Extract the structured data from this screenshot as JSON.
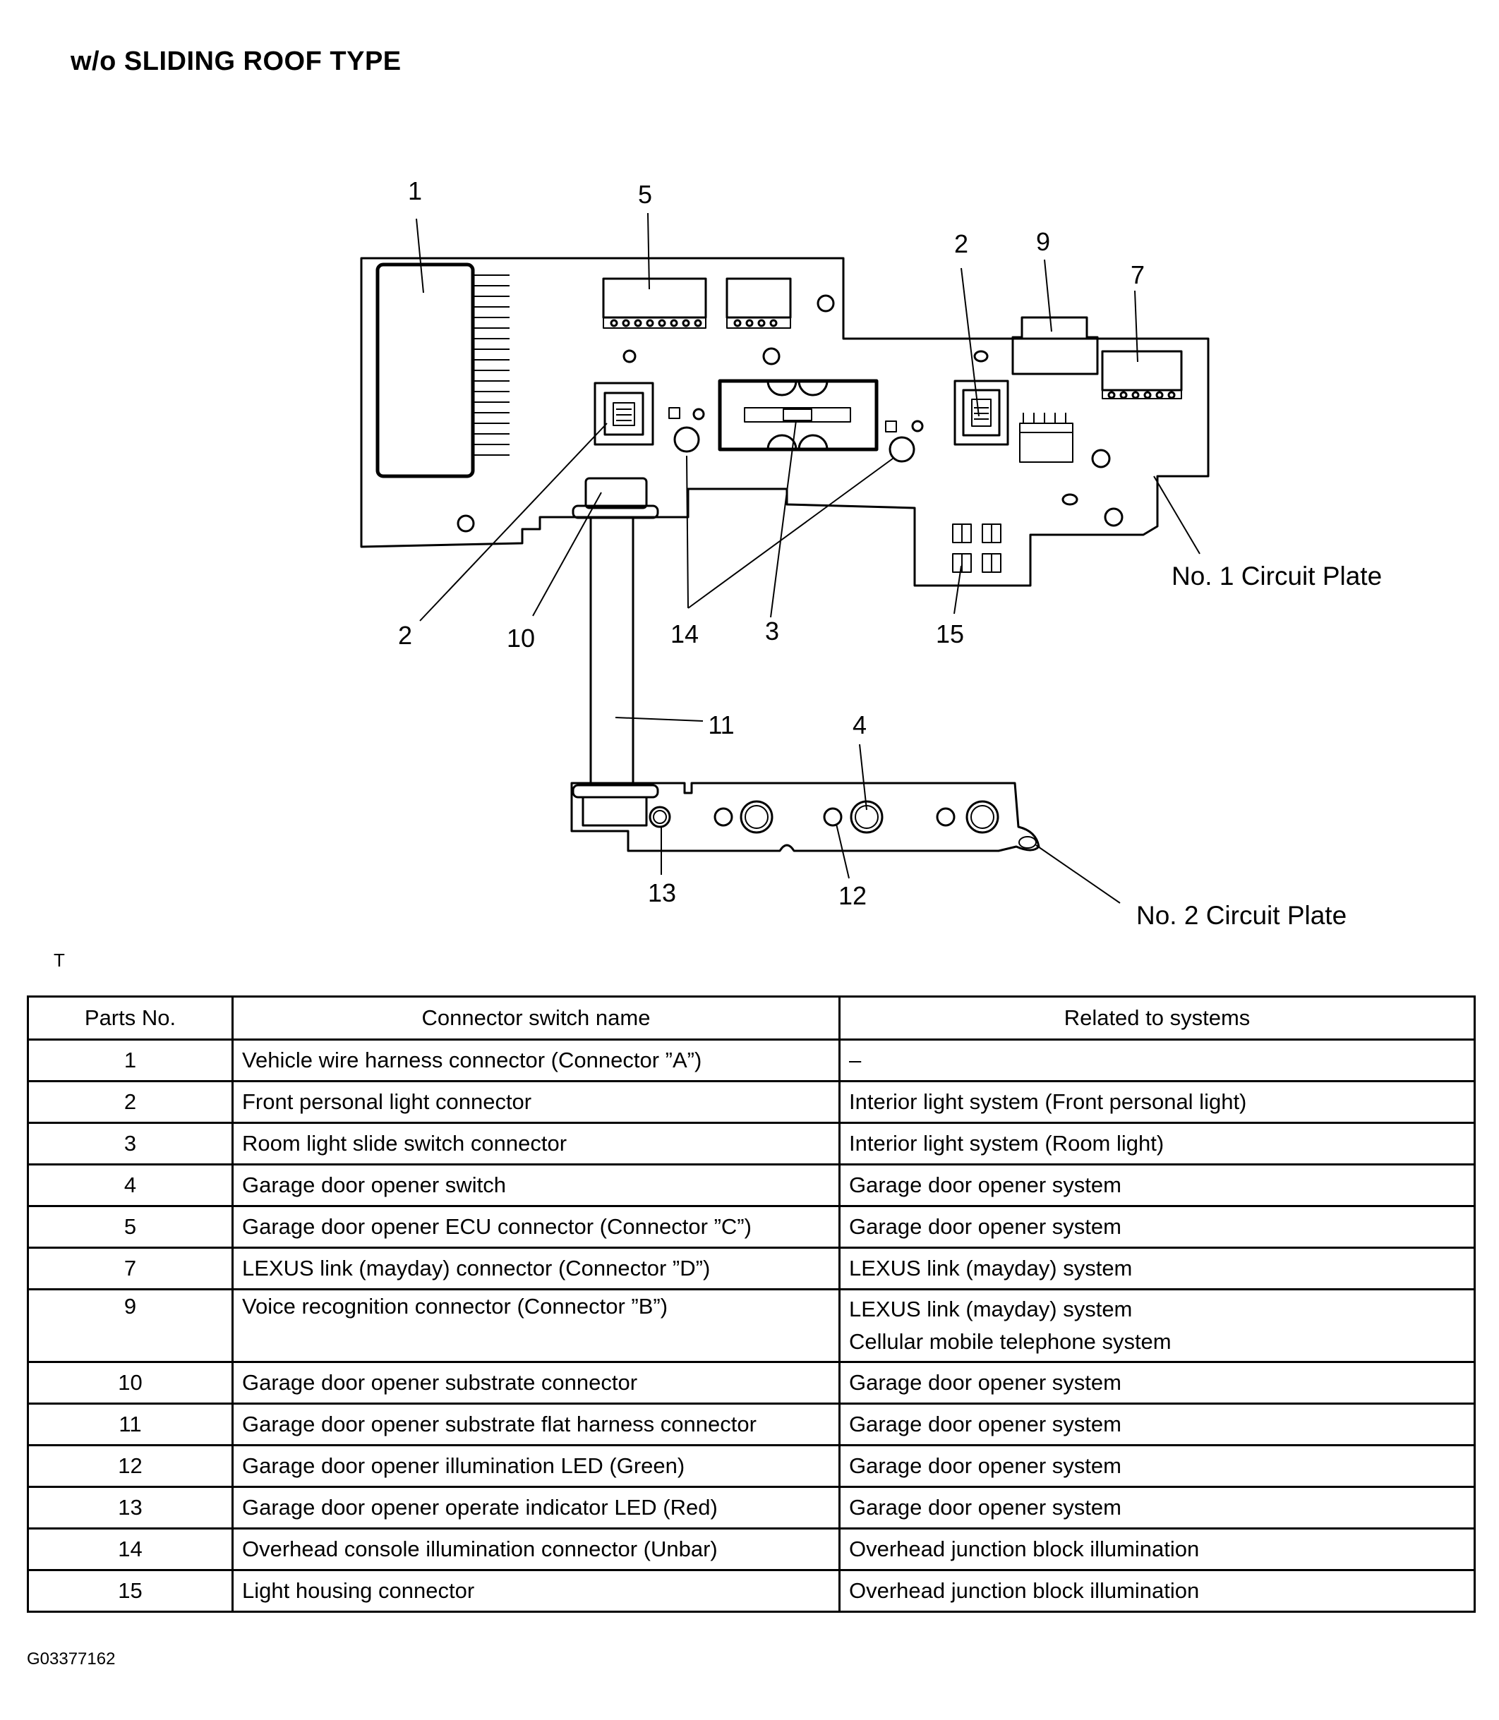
{
  "title": "w/o SLIDING ROOF TYPE",
  "diagram": {
    "callouts": [
      "1",
      "5",
      "2",
      "9",
      "7",
      "2",
      "10",
      "14",
      "3",
      "15",
      "11",
      "4",
      "13",
      "12"
    ],
    "plate_labels": {
      "plate1": "No. 1 Circuit Plate",
      "plate2": "No. 2 Circuit Plate"
    }
  },
  "table_marker": "T",
  "table": {
    "headers": [
      "Parts No.",
      "Connector switch name",
      "Related to systems"
    ],
    "rows": [
      {
        "no": "1",
        "name": "Vehicle wire harness connector (Connector ”A”)",
        "systems": [
          "–"
        ]
      },
      {
        "no": "2",
        "name": "Front personal light connector",
        "systems": [
          "Interior light system (Front personal light)"
        ]
      },
      {
        "no": "3",
        "name": "Room light slide switch connector",
        "systems": [
          "Interior light system (Room light)"
        ]
      },
      {
        "no": "4",
        "name": "Garage door opener switch",
        "systems": [
          "Garage door opener system"
        ]
      },
      {
        "no": "5",
        "name": "Garage door opener ECU connector (Connector ”C”)",
        "systems": [
          "Garage door opener system"
        ]
      },
      {
        "no": "7",
        "name": "LEXUS link (mayday) connector (Connector ”D”)",
        "systems": [
          "LEXUS link (mayday) system"
        ]
      },
      {
        "no": "9",
        "name": "Voice recognition connector (Connector ”B”)",
        "systems": [
          "LEXUS link (mayday) system",
          "Cellular mobile telephone system"
        ]
      },
      {
        "no": "10",
        "name": "Garage door opener substrate connector",
        "systems": [
          "Garage door opener system"
        ]
      },
      {
        "no": "11",
        "name": "Garage door opener substrate flat harness connector",
        "systems": [
          "Garage door opener system"
        ]
      },
      {
        "no": "12",
        "name": "Garage door opener illumination LED (Green)",
        "systems": [
          "Garage door opener system"
        ]
      },
      {
        "no": "13",
        "name": "Garage door opener operate indicator LED (Red)",
        "systems": [
          "Garage door opener system"
        ]
      },
      {
        "no": "14",
        "name": "Overhead console illumination connector (Unbar)",
        "systems": [
          "Overhead junction block illumination"
        ]
      },
      {
        "no": "15",
        "name": "Light housing connector",
        "systems": [
          "Overhead junction block illumination"
        ]
      }
    ]
  },
  "figure_code": "G03377162"
}
